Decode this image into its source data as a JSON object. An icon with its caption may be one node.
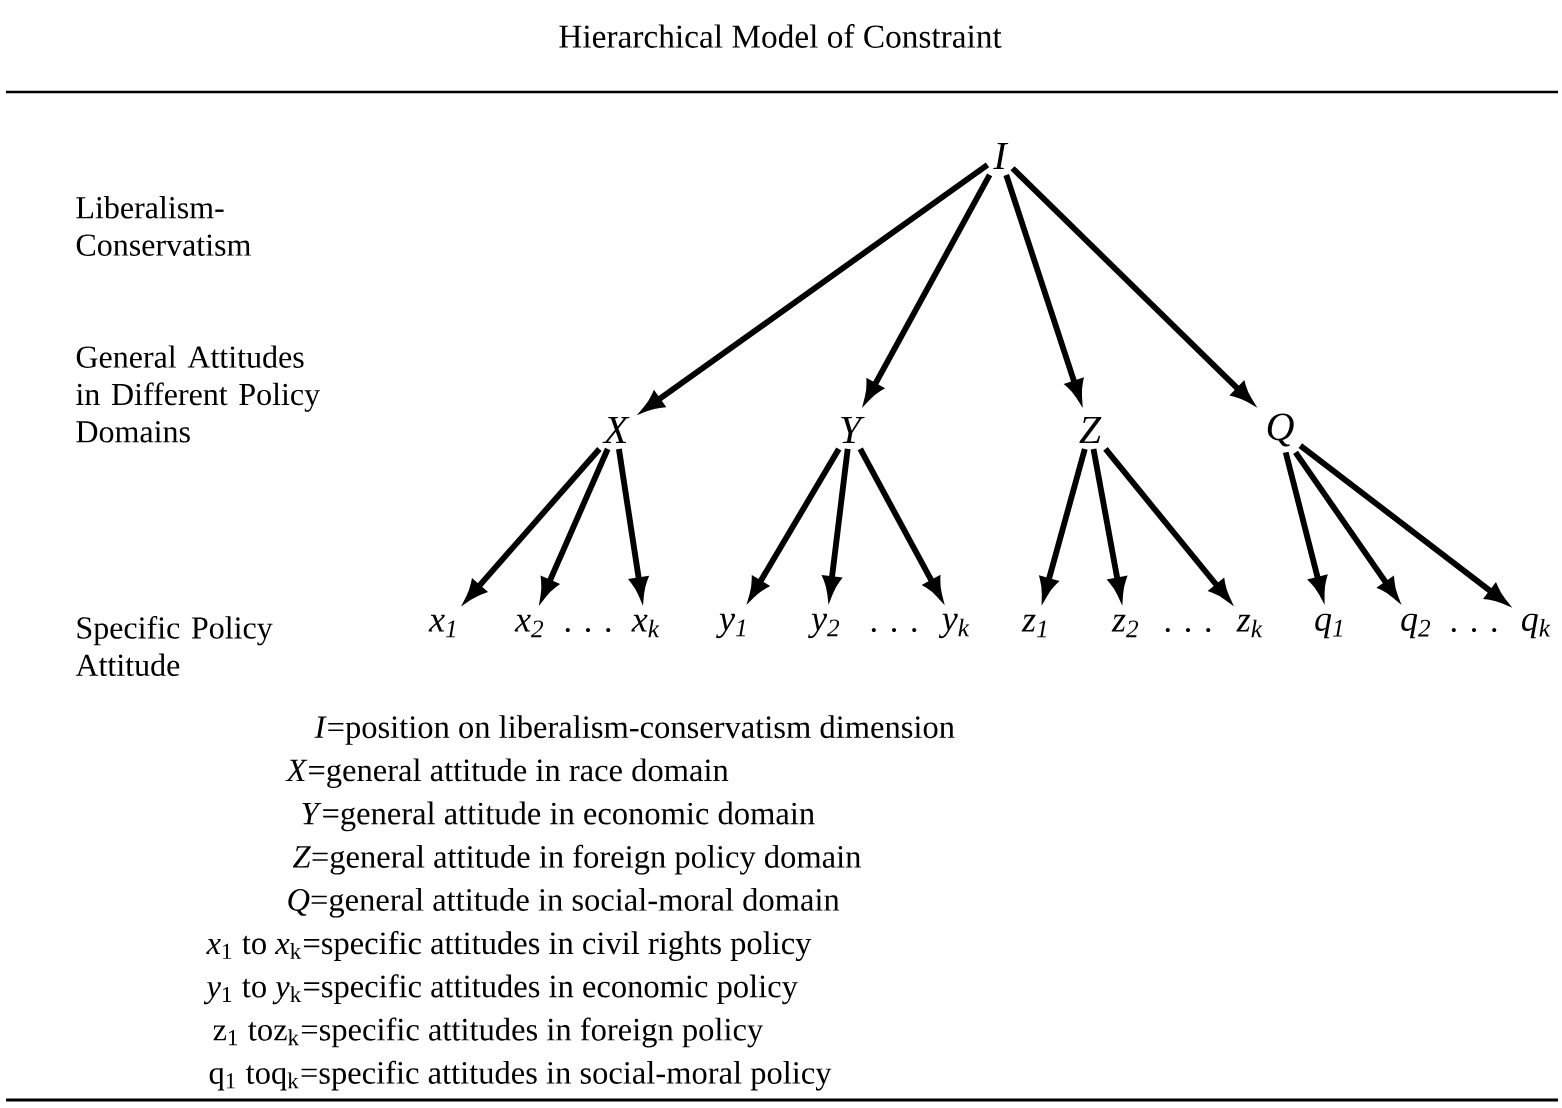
{
  "diagram": {
    "title": "Hierarchical Model of Constraint",
    "nodes": [
      {
        "text": [
          "I"
        ]
      },
      {
        "text": [
          "X"
        ]
      },
      {
        "text": [
          "Y"
        ]
      },
      {
        "text": [
          "Z"
        ]
      },
      {
        "text": [
          "Q"
        ]
      },
      {
        "text": [
          "x$_{1}$"
        ]
      },
      {
        "text": [
          "x$_{2}$"
        ]
      },
      {
        "text": [
          "x$_{k}$"
        ]
      },
      {
        "text": [
          "y$_{1}$"
        ]
      },
      {
        "text": [
          "y$_{2}$"
        ]
      },
      {
        "text": [
          "y$_{k}$"
        ]
      },
      {
        "text": [
          "z$_{1}$"
        ]
      },
      {
        "text": [
          "z$_{2}$"
        ]
      },
      {
        "text": [
          "z$_{k}$"
        ]
      },
      {
        "text": [
          "q$_{1}$"
        ]
      },
      {
        "text": [
          "q$_{2}$"
        ]
      },
      {
        "text": [
          "q$_{k}$"
        ]
      }
    ],
    "edges": [
      {
        "from": 0,
        "to": 1,
        "arrow": "to"
      },
      {
        "from": 0,
        "to": 2,
        "arrow": "to"
      },
      {
        "from": 0,
        "to": 3,
        "arrow": "to"
      },
      {
        "from": 0,
        "to": 4,
        "arrow": "to"
      },
      {
        "from": 1,
        "to": 5,
        "arrow": "to"
      },
      {
        "from": 1,
        "to": 6,
        "arrow": "to"
      },
      {
        "from": 1,
        "to": 7,
        "arrow": "to"
      },
      {
        "from": 2,
        "to": 8,
        "arrow": "to"
      },
      {
        "from": 2,
        "to": 9,
        "arrow": "to"
      },
      {
        "from": 2,
        "to": 10,
        "arrow": "to"
      },
      {
        "from": 3,
        "to": 11,
        "arrow": "to"
      },
      {
        "from": 3,
        "to": 12,
        "arrow": "to"
      },
      {
        "from": 3,
        "to": 13,
        "arrow": "to"
      },
      {
        "from": 4,
        "to": 14,
        "arrow": "to"
      },
      {
        "from": 4,
        "to": 15,
        "arrow": "to"
      },
      {
        "from": 4,
        "to": 16,
        "arrow": "to"
      }
    ],
    "labels": [
      "Liberalism-Conservatism",
      "General Attitudes in Different Policy Domains",
      "Specific Policy Attitude",
      ". . .",
      ". . .",
      ". . .",
      ". . .",
      "*I*=position on liberalism-conservatism dimension",
      "*X*=general attitude in race domain",
      "*Y*=general attitude in economic domain",
      "*Z*=general attitude in foreign policy domain",
      "*Q*=general attitude in social-moral domain",
      "*x*$_{1}$ to *x*$_{k}$=specific attitudes in civil rights policy",
      "*y*$_{1}$ to *y*$_{k}$=specific attitudes in economic policy",
      "z$_{1}$ toz$_{k}$=specific attitudes in foreign policy",
      "q$_{1}$ toq$_{k}$=specific attitudes in social-moral policy"
    ]
  }
}
